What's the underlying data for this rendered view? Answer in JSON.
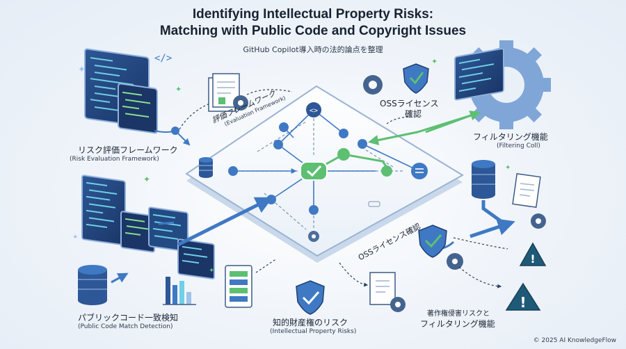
{
  "title_line1": "Identifying Intellectual Property Risks:",
  "title_line2": "Matching with Public Code and Copyright Issues",
  "subtitle": "GitHub Copilot導入時の法的論点を整理",
  "labels": {
    "risk_framework": "リスク評価フレームワーク",
    "risk_framework_en": "(Risk Evaluation Framework)",
    "evaluation_framework": "評価フレームワーク",
    "evaluation_framework_en": "(Evaluation Framework)",
    "oss_check_line1": "OSSライセンス",
    "oss_check_line2": "確認",
    "filtering": "フィルタリング機能",
    "filtering_en": "(Filtering Coll)",
    "oss_check_lower": "OSSライセンス確認",
    "public_code_match": "パブリックコード一致検知",
    "public_code_match_en": "(Public Code Match Detection)",
    "ip_risk": "知的財産権のリスク",
    "ip_risk_en": "(Intellectual Property Risks)",
    "copyright_filter_line1": "著作権侵害リスクと",
    "copyright_filter_line2": "フィルタリング機能"
  },
  "copyright": "© 2025 AI KnowledgeFlow",
  "colors": {
    "navy": "#1f3f74",
    "blue": "#3f79c4",
    "light_blue": "#9fc2ea",
    "green": "#5dbf72",
    "teal": "#3a8fa6",
    "warning": "#1e5a78"
  },
  "icons": [
    "code-window-icon",
    "document-icon",
    "gear-icon",
    "shield-check-icon",
    "database-icon",
    "warning-icon",
    "bar-chart-icon",
    "checkmark-icon"
  ]
}
